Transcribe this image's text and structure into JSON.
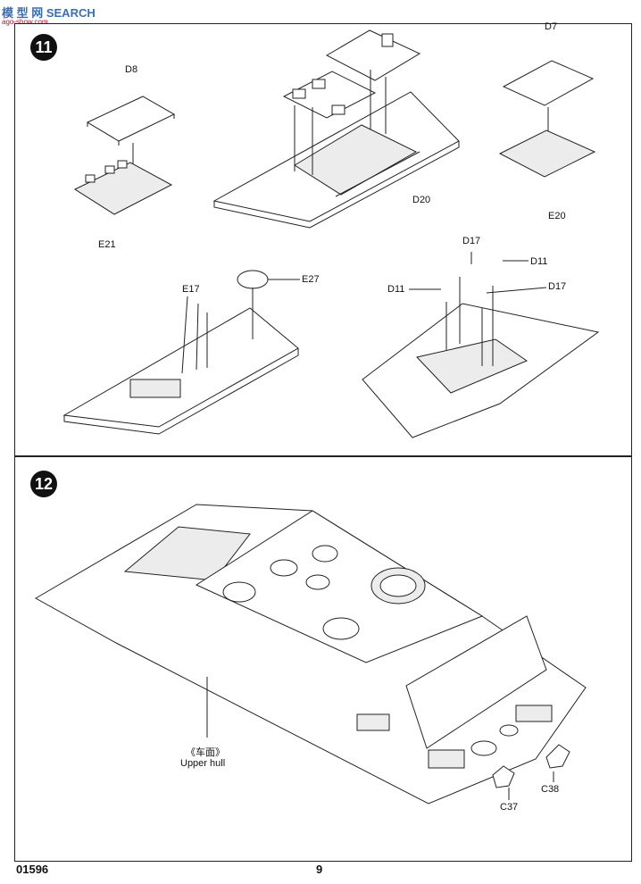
{
  "watermark": {
    "text": "模 型 网 SEARCH",
    "sub": "ago-show.com"
  },
  "steps": [
    {
      "number": "11"
    },
    {
      "number": "12"
    }
  ],
  "labels": {
    "D8": "D8",
    "E21": "E21",
    "D20": "D20",
    "D7": "D7",
    "E20": "E20",
    "E17": "E17",
    "E27": "E27",
    "D17a": "D17",
    "D11a": "D11",
    "D11b": "D11",
    "D17b": "D17",
    "upper_hull_cn": "《车面》",
    "upper_hull_en": "Upper hull",
    "C37": "C37",
    "C38": "C38"
  },
  "footer": {
    "code": "01596",
    "page": "9"
  }
}
